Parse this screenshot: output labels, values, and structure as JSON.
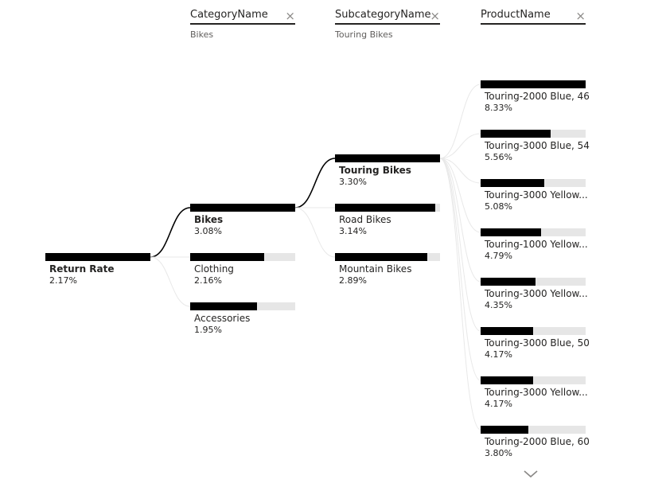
{
  "columns": [
    {
      "field": "CategoryName",
      "selected": "Bikes"
    },
    {
      "field": "SubcategoryName",
      "selected": "Touring Bikes"
    },
    {
      "field": "ProductName",
      "selected": ""
    }
  ],
  "chart_data": {
    "type": "decomposition-tree",
    "bar_color": "#000000",
    "track_color": "#e6e6e6",
    "root": {
      "label": "Return Rate",
      "value": 2.17,
      "display": "2.17%"
    },
    "levels": [
      {
        "field": "CategoryName",
        "parent": "Return Rate",
        "nodes": [
          {
            "label": "Bikes",
            "value": 3.08,
            "display": "3.08%",
            "expanded": true
          },
          {
            "label": "Clothing",
            "value": 2.16,
            "display": "2.16%"
          },
          {
            "label": "Accessories",
            "value": 1.95,
            "display": "1.95%"
          }
        ]
      },
      {
        "field": "SubcategoryName",
        "parent": "Bikes",
        "nodes": [
          {
            "label": "Touring Bikes",
            "value": 3.3,
            "display": "3.30%",
            "expanded": true
          },
          {
            "label": "Road Bikes",
            "value": 3.14,
            "display": "3.14%"
          },
          {
            "label": "Mountain Bikes",
            "value": 2.89,
            "display": "2.89%"
          }
        ]
      },
      {
        "field": "ProductName",
        "parent": "Touring Bikes",
        "nodes": [
          {
            "label": "Touring-2000 Blue, 46",
            "value": 8.33,
            "display": "8.33%"
          },
          {
            "label": "Touring-3000 Blue, 54",
            "value": 5.56,
            "display": "5.56%"
          },
          {
            "label": "Touring-3000 Yellow...",
            "value": 5.08,
            "display": "5.08%"
          },
          {
            "label": "Touring-1000 Yellow...",
            "value": 4.79,
            "display": "4.79%"
          },
          {
            "label": "Touring-3000 Yellow...",
            "value": 4.35,
            "display": "4.35%"
          },
          {
            "label": "Touring-3000 Blue, 50",
            "value": 4.17,
            "display": "4.17%"
          },
          {
            "label": "Touring-3000 Yellow...",
            "value": 4.17,
            "display": "4.17%"
          },
          {
            "label": "Touring-2000 Blue, 60",
            "value": 3.8,
            "display": "3.80%"
          }
        ]
      }
    ],
    "has_more_below": true
  },
  "icons": {
    "close": "close-icon",
    "more": "chevron-down-icon"
  }
}
